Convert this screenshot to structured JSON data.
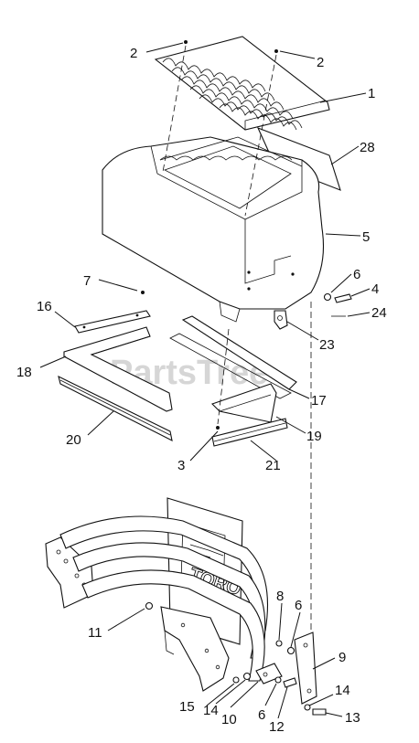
{
  "watermark": "PartsTree",
  "embossed_text": "TORO",
  "callouts": [
    {
      "id": "c-2a",
      "label": "2"
    },
    {
      "id": "c-2b",
      "label": "2"
    },
    {
      "id": "c-1",
      "label": "1"
    },
    {
      "id": "c-28",
      "label": "28"
    },
    {
      "id": "c-5",
      "label": "5"
    },
    {
      "id": "c-7",
      "label": "7"
    },
    {
      "id": "c-6a",
      "label": "6"
    },
    {
      "id": "c-4",
      "label": "4"
    },
    {
      "id": "c-24",
      "label": "24"
    },
    {
      "id": "c-23",
      "label": "23"
    },
    {
      "id": "c-16",
      "label": "16"
    },
    {
      "id": "c-18",
      "label": "18"
    },
    {
      "id": "c-17",
      "label": "17"
    },
    {
      "id": "c-20",
      "label": "20"
    },
    {
      "id": "c-19",
      "label": "19"
    },
    {
      "id": "c-3",
      "label": "3"
    },
    {
      "id": "c-21",
      "label": "21"
    },
    {
      "id": "c-11",
      "label": "11"
    },
    {
      "id": "c-8",
      "label": "8"
    },
    {
      "id": "c-6b",
      "label": "6"
    },
    {
      "id": "c-9",
      "label": "9"
    },
    {
      "id": "c-14a",
      "label": "14"
    },
    {
      "id": "c-15",
      "label": "15"
    },
    {
      "id": "c-14b",
      "label": "14"
    },
    {
      "id": "c-10",
      "label": "10"
    },
    {
      "id": "c-6c",
      "label": "6"
    },
    {
      "id": "c-12",
      "label": "12"
    },
    {
      "id": "c-13",
      "label": "13"
    }
  ]
}
